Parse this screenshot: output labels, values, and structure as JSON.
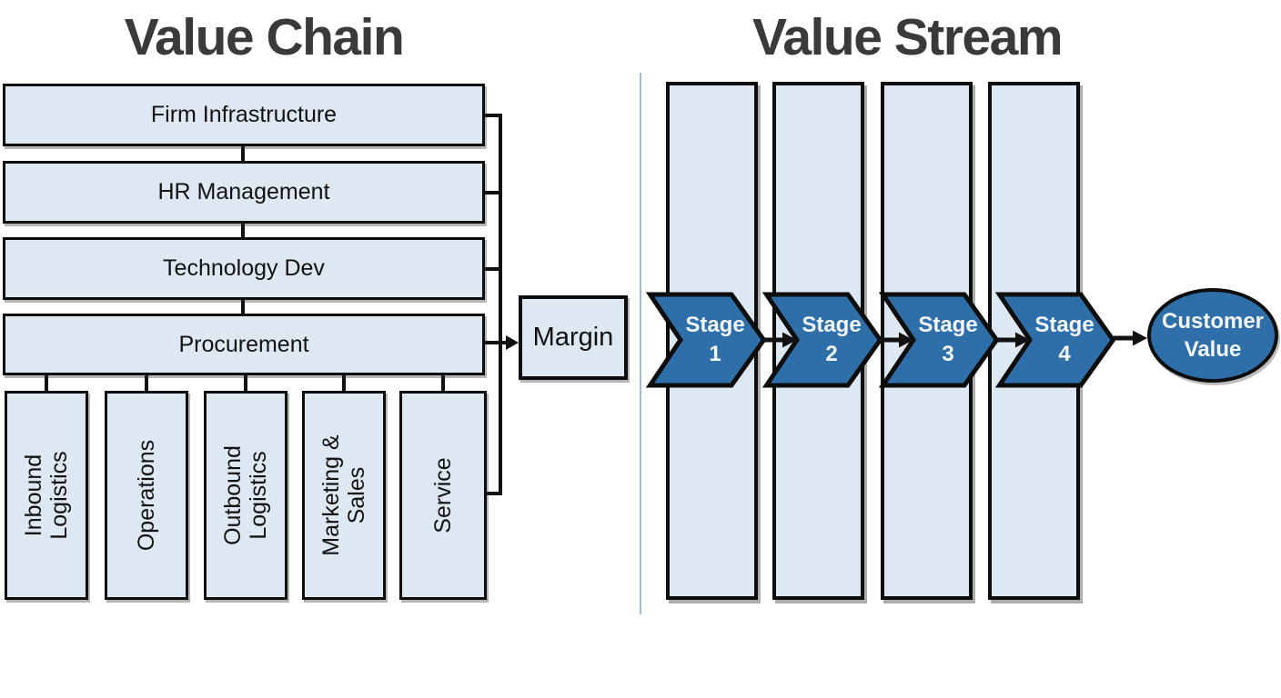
{
  "diagram": {
    "left": {
      "title": "Value Chain",
      "support_activities": [
        "Firm Infrastructure",
        "HR Management",
        "Technology Dev",
        "Procurement"
      ],
      "primary_activities": [
        "Inbound\nLogistics",
        "Operations",
        "Outbound\nLogistics",
        "Marketing &\nSales",
        "Service"
      ],
      "margin": "Margin"
    },
    "right": {
      "title": "Value Stream",
      "stages": [
        "Stage\n1",
        "Stage\n2",
        "Stage\n3",
        "Stage\n4"
      ],
      "result": "Customer\nValue"
    },
    "colors": {
      "title_color": "#3a3a3a",
      "box_fill": "#dde8f2",
      "box_border": "#0d0d0d",
      "shape_fill": "#2f6fa9",
      "shape_text": "#f2f8fd",
      "connector": "#111111",
      "divider": "#9fbdd4"
    }
  }
}
